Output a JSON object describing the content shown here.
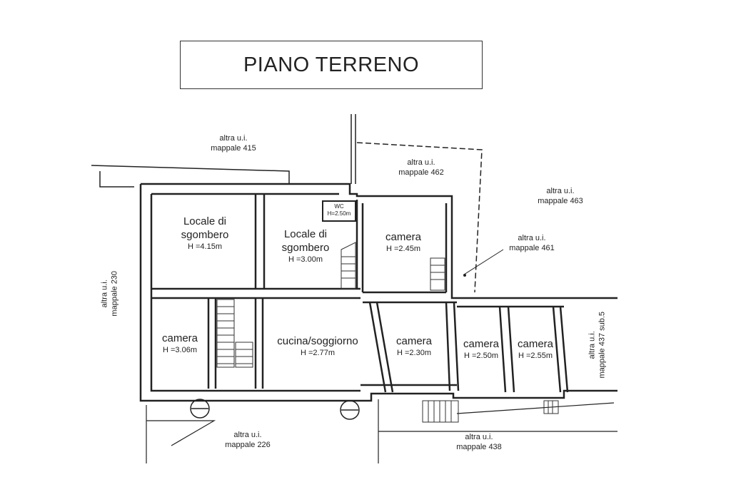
{
  "title": "PIANO TERRENO",
  "neighbors": {
    "n415": {
      "l1": "altra u.i.",
      "l2": "mappale 415"
    },
    "n462": {
      "l1": "altra u.i.",
      "l2": "mappale 462"
    },
    "n463": {
      "l1": "altra u.i.",
      "l2": "mappale 463"
    },
    "n461": {
      "l1": "altra u.i.",
      "l2": "mappale 461"
    },
    "n230": {
      "l1": "altra u.i.",
      "l2": "mappale 230"
    },
    "n437": {
      "l1": "altra u.i.",
      "l2": "mappale 437 sub.5"
    },
    "n226": {
      "l1": "altra u.i.",
      "l2": "mappale 226"
    },
    "n438": {
      "l1": "altra u.i.",
      "l2": "mappale 438"
    }
  },
  "rooms": {
    "locale1": {
      "l1": "Locale di",
      "l2": "sgombero",
      "h": "H =4.15m"
    },
    "locale2": {
      "l1": "Locale di",
      "l2": "sgombero",
      "h": "H =3.00m"
    },
    "wc": {
      "l1": "WC",
      "h": "H=2.50m"
    },
    "camera_top": {
      "l1": "camera",
      "h": "H =2.45m"
    },
    "camera_left": {
      "l1": "camera",
      "h": "H =3.06m"
    },
    "cucina": {
      "l1": "cucina/soggiorno",
      "h": "H =2.77m"
    },
    "camera_mid": {
      "l1": "camera",
      "h": "H =2.30m"
    },
    "camera_r1": {
      "l1": "camera",
      "h": "H =2.50m"
    },
    "camera_r2": {
      "l1": "camera",
      "h": "H =2.55m"
    }
  }
}
